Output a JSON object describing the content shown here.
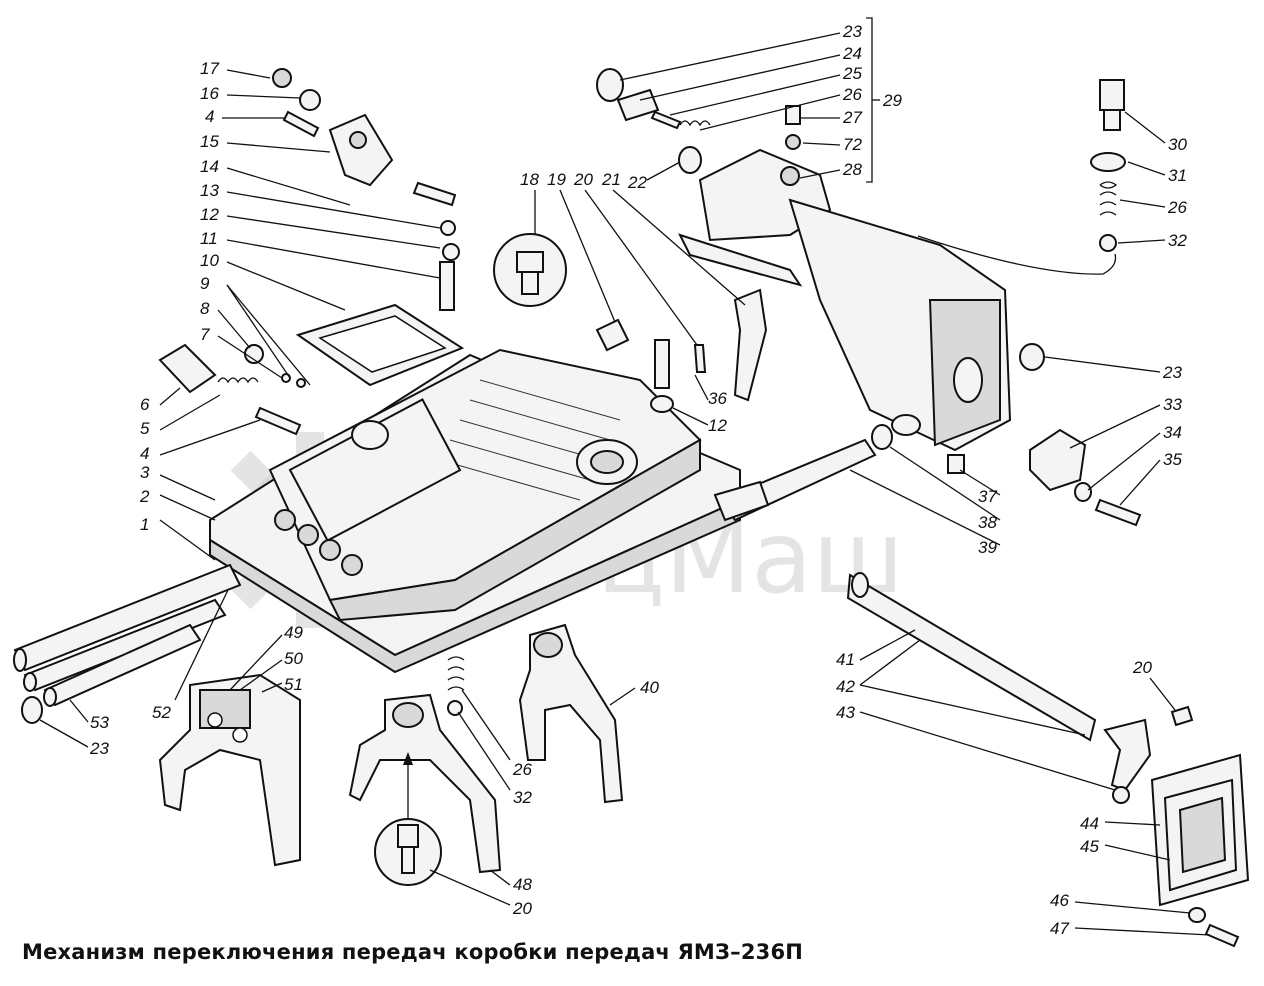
{
  "caption": "Механизм переключения передач коробки передач ЯМЗ–236П",
  "watermark": {
    "text": "СпецМаш",
    "icon": "gear-icon"
  },
  "callouts": {
    "c1": "1",
    "c2": "2",
    "c3": "3",
    "c4a": "4",
    "c4b": "4",
    "c5": "5",
    "c6": "6",
    "c7": "7",
    "c8": "8",
    "c9": "9",
    "c10": "10",
    "c11": "11",
    "c12a": "12",
    "c12b": "12",
    "c13": "13",
    "c14": "14",
    "c15": "15",
    "c16": "16",
    "c17": "17",
    "c18": "18",
    "c19": "19",
    "c20a": "20",
    "c20b": "20",
    "c20c": "20",
    "c21": "21",
    "c22": "22",
    "c23a": "23",
    "c23b": "23",
    "c23c": "23",
    "c24": "24",
    "c25": "25",
    "c26a": "26",
    "c26b": "26",
    "c26c": "26",
    "c27": "27",
    "c28": "28",
    "c29": "29",
    "c30": "30",
    "c31": "31",
    "c32a": "32",
    "c32b": "32",
    "c33": "33",
    "c34": "34",
    "c35": "35",
    "c36": "36",
    "c37": "37",
    "c38": "38",
    "c39": "39",
    "c40": "40",
    "c41": "41",
    "c42": "42",
    "c43": "43",
    "c44": "44",
    "c45": "45",
    "c46": "46",
    "c47": "47",
    "c48": "48",
    "c49": "49",
    "c50": "50",
    "c51": "51",
    "c52": "52",
    "c53": "53",
    "c72": "72"
  },
  "colors": {
    "ink": "#111111",
    "watermark": "#cfcfcf",
    "background": "#ffffff"
  }
}
